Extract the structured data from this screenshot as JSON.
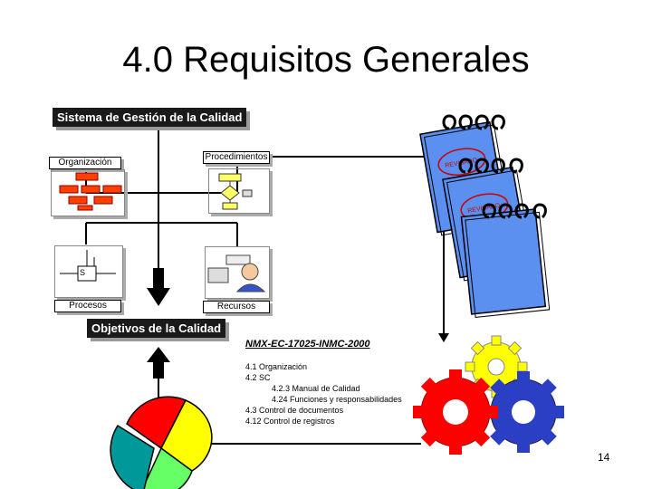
{
  "title": "4.0 Requisitos Generales",
  "diagram": {
    "system_label": "Sistema de Gestión de la Calidad",
    "organizacion": "Organización",
    "procedimientos": "Procedimientos",
    "procesos": "Procesos",
    "recursos": "Recursos",
    "objetivos": "Objetivos de la Calidad",
    "process_box_letter": "S"
  },
  "stamp_text": "REVISADO",
  "standard": {
    "title": "NMX-EC-17025-INMC-2000",
    "clauses": [
      "4.1 Organización",
      "4.2 SC",
      "4.2.3 Manual de Calidad",
      "4.24 Funciones y responsabilidades",
      "4.3 Control de documentos",
      "4.12 Control de registros"
    ]
  },
  "page_number": "14",
  "colors": {
    "notepad": "#5b8ff0",
    "gear_yellow": "#ffff00",
    "gear_red": "#ff0000",
    "gear_blue": "#2b3fc4",
    "pie_red": "#ff0000",
    "pie_yellow": "#ffff00",
    "pie_green": "#66ff66",
    "pie_teal": "#009999"
  }
}
